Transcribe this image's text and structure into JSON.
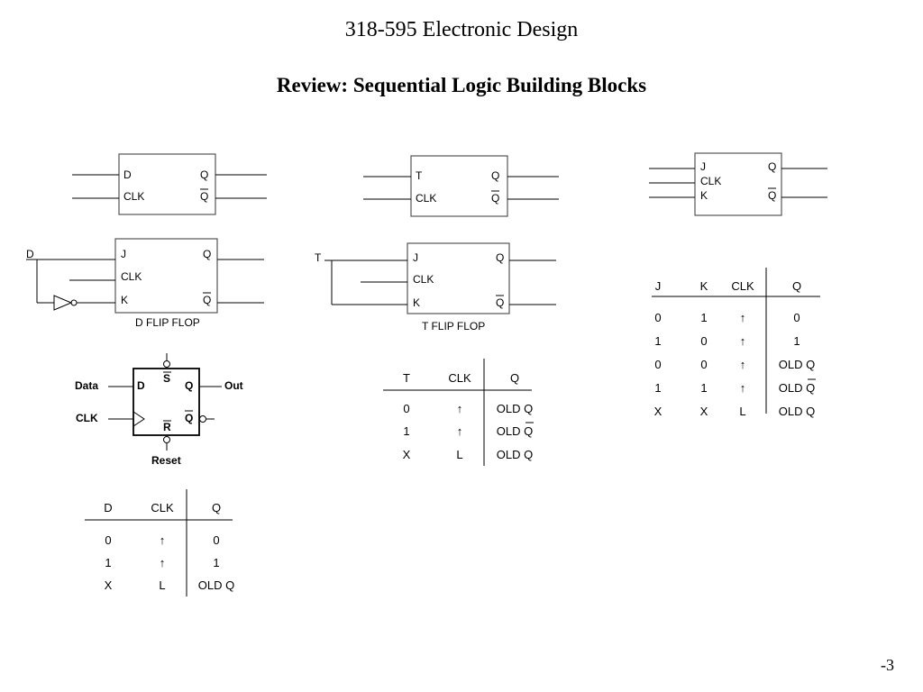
{
  "header": {
    "course": "318-595 Electronic Design",
    "title": "Review:  Sequential Logic Building Blocks"
  },
  "footer": {
    "page": "-3"
  },
  "d_ff": {
    "in1": "D",
    "in2": "CLK",
    "out1": "Q",
    "out2": "Q"
  },
  "t_ff": {
    "in1": "T",
    "in2": "CLK",
    "out1": "Q",
    "out2": "Q"
  },
  "jk_ff": {
    "in1": "J",
    "in2": "CLK",
    "in3": "K",
    "out1": "Q",
    "out2": "Q"
  },
  "d_from_jk": {
    "input": "D",
    "j": "J",
    "clk": "CLK",
    "k": "K",
    "q": "Q",
    "qbar": "Q",
    "caption": "D FLIP FLOP"
  },
  "t_from_jk": {
    "input": "T",
    "j": "J",
    "clk": "CLK",
    "k": "K",
    "q": "Q",
    "qbar": "Q",
    "caption": "T FLIP FLOP"
  },
  "reset_ff": {
    "data": "Data",
    "clk": "CLK",
    "out": "Out",
    "reset": "Reset",
    "d": "D",
    "q": "Q",
    "qbar": "Q",
    "s": "S",
    "r": "R"
  },
  "jk_table": {
    "headers": [
      "J",
      "K",
      "CLK",
      "Q"
    ],
    "rows": [
      [
        "0",
        "1",
        "↑",
        "0"
      ],
      [
        "1",
        "0",
        "↑",
        "1"
      ],
      [
        "0",
        "0",
        "↑",
        "OLD  Q"
      ],
      [
        "1",
        "1",
        "↑",
        "OLD  Q"
      ],
      [
        "X",
        "X",
        "L",
        "OLD  Q"
      ]
    ]
  },
  "t_table": {
    "headers": [
      "T",
      "CLK",
      "Q"
    ],
    "rows": [
      [
        "0",
        "↑",
        "OLD  Q"
      ],
      [
        "1",
        "↑",
        "OLD  Q"
      ],
      [
        "X",
        "L",
        "OLD  Q"
      ]
    ]
  },
  "d_table": {
    "headers": [
      "D",
      "CLK",
      "Q"
    ],
    "rows": [
      [
        "0",
        "↑",
        "0"
      ],
      [
        "1",
        "↑",
        "1"
      ],
      [
        "X",
        "L",
        "OLD  Q"
      ]
    ]
  }
}
